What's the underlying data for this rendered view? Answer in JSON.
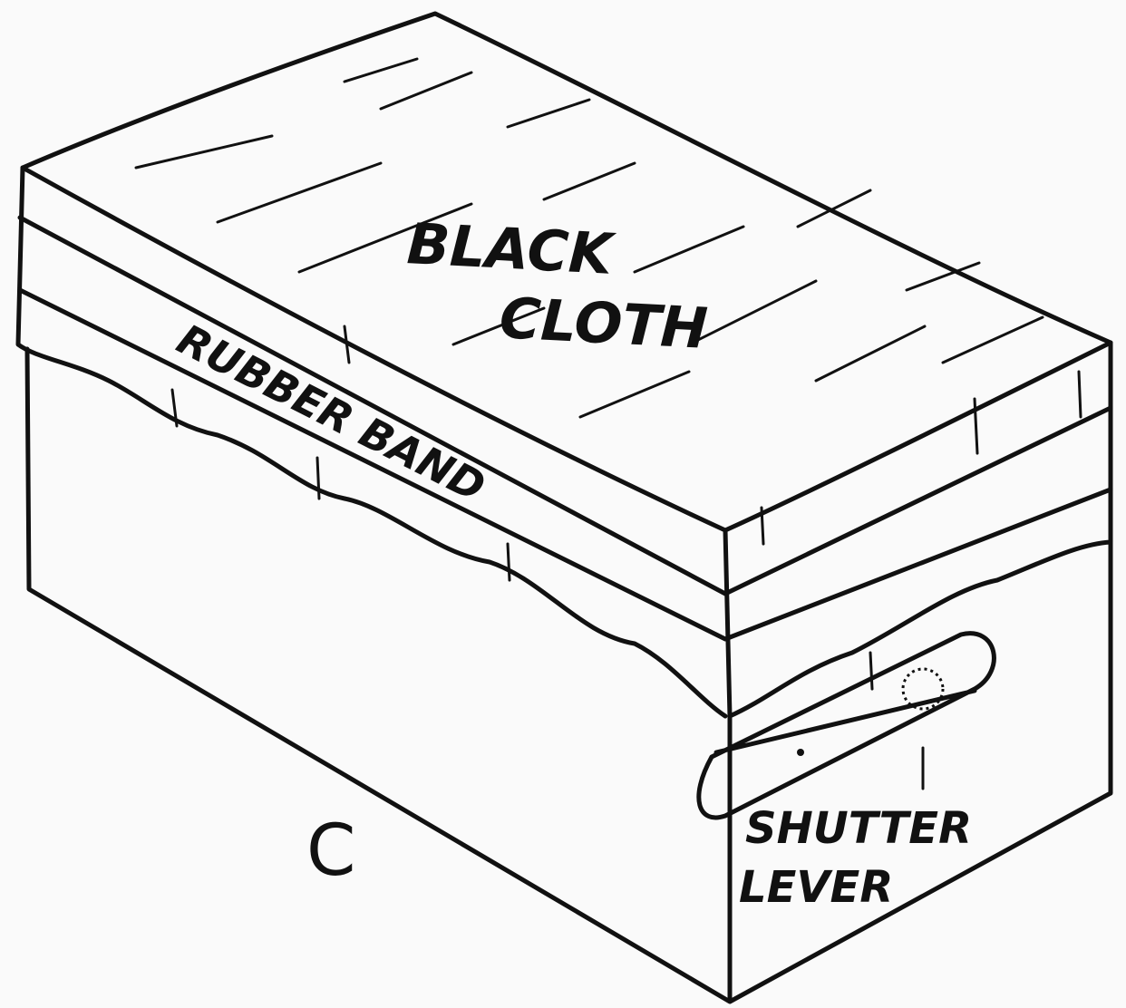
{
  "figure": {
    "letter": "C",
    "labels": {
      "cloth_line1": "BLACK",
      "cloth_line2": "CLOTH",
      "band": "RUBBER BAND",
      "lever_line1": "SHUTTER",
      "lever_line2": "LEVER"
    }
  }
}
